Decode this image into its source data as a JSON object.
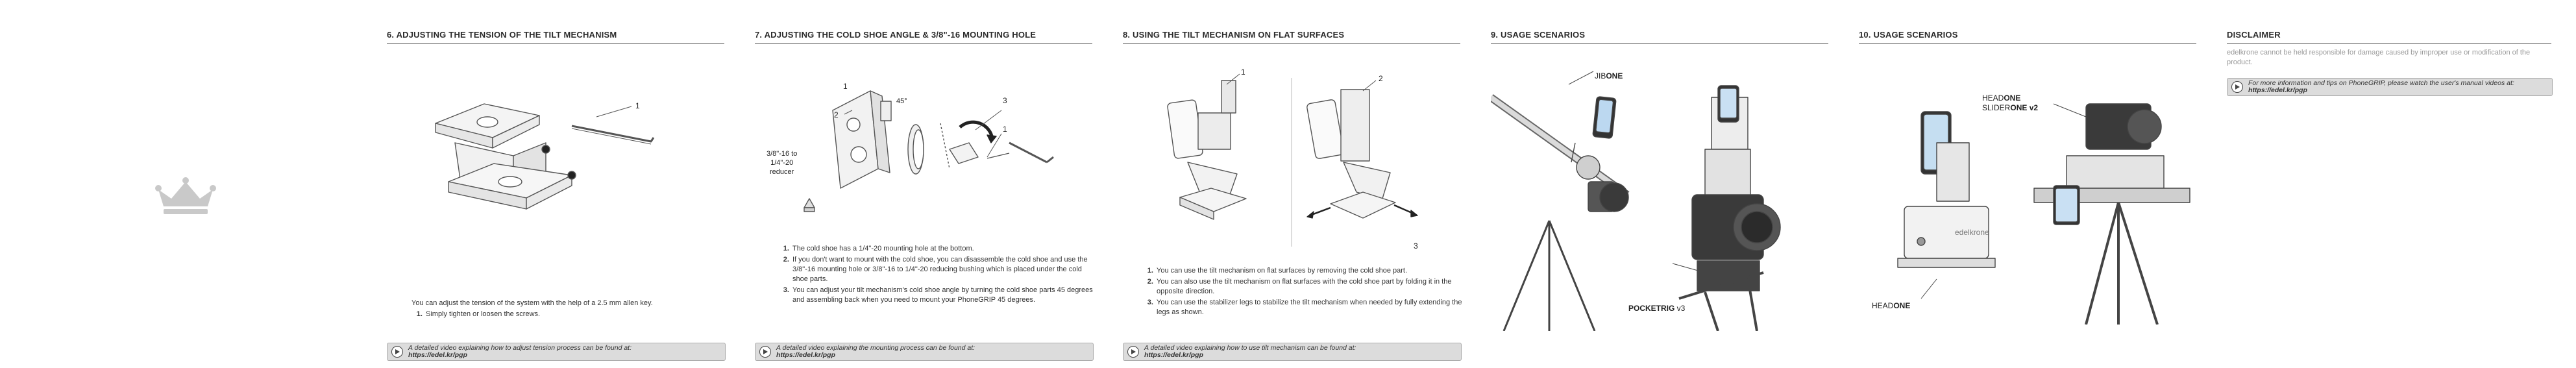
{
  "sections": [
    {
      "title": "6. ADJUSTING THE TENSION OF THE TILT MECHANISM",
      "callouts": [
        "1"
      ],
      "body": "You can adjust the tension of the system with the help of a 2.5 mm allen key.",
      "steps": [
        "Simply tighten or loosen the screws."
      ],
      "video": {
        "text": "A detailed video explaining how to adjust tension process can be found at:",
        "link": "https://edel.kr/pgp"
      }
    },
    {
      "title": "7. ADJUSTING THE COLD SHOE ANGLE & 3/8\"-16 MOUNTING HOLE",
      "callouts": [
        "1",
        "2",
        "3"
      ],
      "angle_label": "45°",
      "reducer_label": [
        "3/8\"-16 to",
        "1/4\"-20",
        "reducer"
      ],
      "steps": [
        "The cold shoe has a 1/4\"-20 mounting hole at the bottom.",
        "If you don't want to mount with the cold shoe, you can disassemble the cold shoe and use the 3/8\"-16 mounting hole or 3/8\"-16 to 1/4\"-20 reducing bushing which is placed under the cold shoe parts.",
        "You can adjust your tilt mechanism's cold shoe angle by turning the cold shoe parts 45 degrees and assembling back when you need to mount your PhoneGRIP 45 degrees."
      ],
      "video": {
        "text": "A detailed video explaining the mounting process can be found at:",
        "link": "https://edel.kr/pgp"
      }
    },
    {
      "title": "8. USING THE TILT MECHANISM ON FLAT SURFACES",
      "callouts": [
        "1",
        "2",
        "3"
      ],
      "steps": [
        "You can use the tilt mechanism on flat surfaces by removing the cold shoe part.",
        "You can also use the tilt mechanism on flat surfaces with the cold shoe part by folding it in the opposite direction.",
        "You can use the stabilizer legs to stabilize the tilt mechanism when needed by fully extending the legs as shown."
      ],
      "video": {
        "text": "A detailed video explaining how to use tilt mechanism can be found at:",
        "link": "https://edel.kr/pgp"
      }
    },
    {
      "title": "9. USAGE SCENARIOS",
      "label_top_light": "JIB",
      "label_top_bold": "ONE",
      "label_bottom_bold": "POCKETRIG",
      "label_bottom_light": " v3"
    },
    {
      "title": "10. USAGE SCENARIOS",
      "label_a_light": "HEAD",
      "label_a_bold": "ONE",
      "label_b_light": "SLIDER",
      "label_b_bold": "ONE v2",
      "label_c_light": "HEAD",
      "label_c_bold": "ONE",
      "device_text": "edelkrone"
    },
    {
      "title": "DISCLAIMER",
      "note": "edelkrone cannot be held responsible for damage caused by improper use or modification of the product.",
      "video": {
        "text": "For more information and tips on PhoneGRIP, please watch the user's manual videos at:",
        "link": "https://edel.kr/pgp"
      }
    }
  ]
}
